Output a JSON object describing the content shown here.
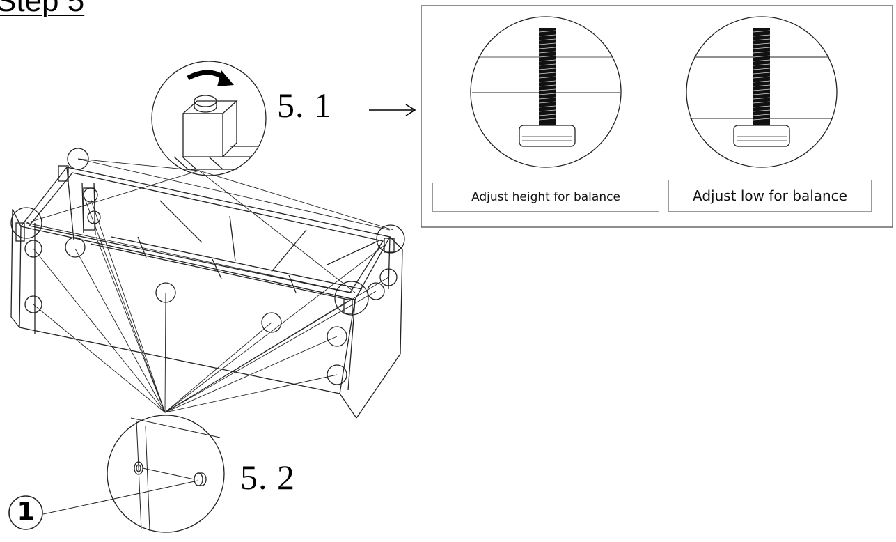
{
  "title": "Step 5",
  "details": {
    "leveling_foot": {
      "label": "5. 1"
    },
    "part_insert": {
      "label": "5. 2"
    }
  },
  "balance_panel": {
    "captions": [
      "Adjust height for balance",
      "Adjust low for balance"
    ]
  },
  "callout": {
    "number": "1"
  },
  "icons": [
    "rotation-arrow-icon",
    "right-arrow-icon"
  ]
}
